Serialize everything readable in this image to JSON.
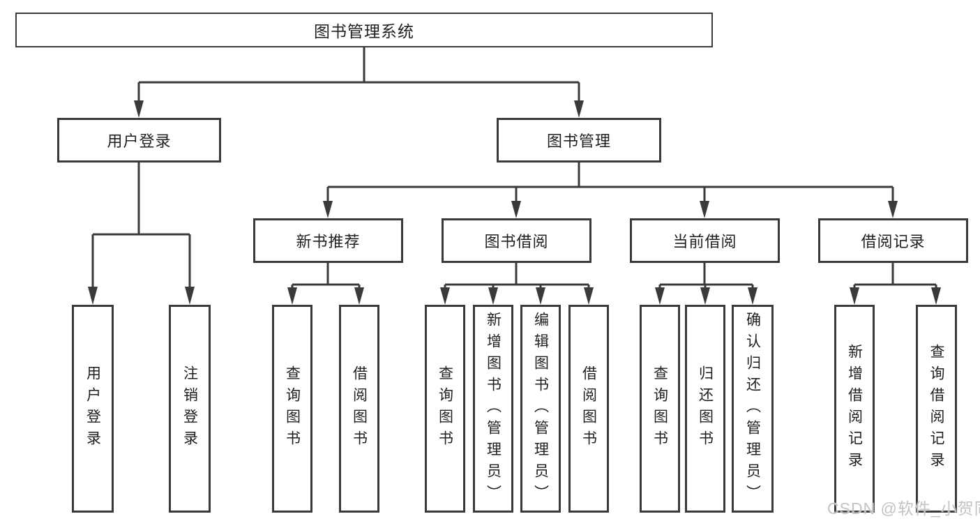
{
  "colors": {
    "line": "#3a3a3a",
    "box_border": "#3a3a3a",
    "box_background": "#ffffff",
    "text": "#1f1f1f",
    "watermark": "#c3c3c3"
  },
  "tree": {
    "root": {
      "label": "图书管理系统"
    },
    "branches": [
      {
        "label": "用户登录",
        "leaves": [
          "用户登录",
          "注销登录"
        ]
      },
      {
        "label": "图书管理",
        "children": [
          {
            "label": "新书推荐",
            "leaves": [
              "查询图书",
              "借阅图书"
            ]
          },
          {
            "label": "图书借阅",
            "leaves": [
              "查询图书",
              "新增图书（管理员）",
              "编辑图书（管理员）",
              "借阅图书"
            ]
          },
          {
            "label": "当前借阅",
            "leaves": [
              "查询图书",
              "归还图书",
              "确认归还（管理员）"
            ]
          },
          {
            "label": "借阅记录",
            "leaves": [
              "新增借阅记录",
              "查询借阅记录"
            ]
          }
        ]
      }
    ]
  },
  "watermark": "CSDN @软件_小贺同学"
}
